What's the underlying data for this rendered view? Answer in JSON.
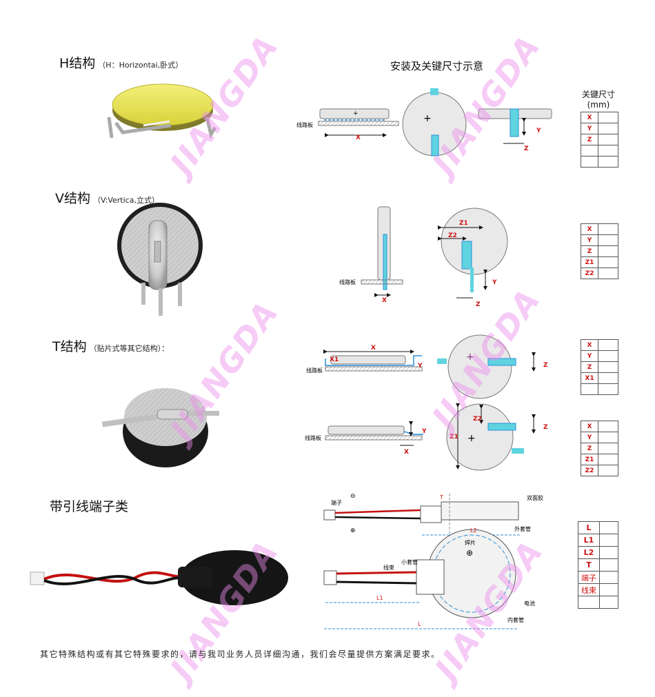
{
  "sections": {
    "h": {
      "title": "H结构",
      "subtitle": "（H：Horizontai,卧式）"
    },
    "v": {
      "title": "V结构",
      "subtitle": "（V:Vertica,立式）"
    },
    "t": {
      "title": "T结构",
      "subtitle": "（贴片式等其它结构）："
    },
    "lead": {
      "title": "带引线端子类"
    }
  },
  "diagram_title": "安装及关键尺寸示意",
  "dims_header": {
    "title": "关键尺寸",
    "unit": "(mm)"
  },
  "tables": {
    "h": [
      "X",
      "Y",
      "Z",
      "",
      ""
    ],
    "v": [
      "X",
      "Y",
      "Z",
      "Z1",
      "Z2"
    ],
    "t1": [
      "X",
      "Y",
      "Z",
      "X1",
      ""
    ],
    "t2": [
      "X",
      "Y",
      "Z",
      "Z1",
      "Z2"
    ],
    "lead": [
      "L",
      "L1",
      "L2",
      "T",
      "端子",
      "线束",
      ""
    ]
  },
  "labels": {
    "pcb": "线路板",
    "x": "X",
    "y": "Y",
    "z": "Z",
    "x1": "X1",
    "z1": "Z1",
    "z2": "Z2",
    "plus": "+",
    "terminal": "端子",
    "neg": "⊖",
    "pos": "⊕",
    "tape": "双面胶",
    "outer_sleeve": "外套管",
    "tab": "焊片",
    "small_sleeve": "小套管",
    "harness": "线束",
    "battery": "电池",
    "inner_sleeve": "内套管",
    "t": "T",
    "l": "L",
    "l1": "L1",
    "l2": "L2"
  },
  "watermark": "JIANGDA",
  "footer": "其它特殊结构或有其它特殊要求的，请与我司业务人员详细沟通，我们会尽量提供方案满足要求。",
  "colors": {
    "accent_red": "#d01010",
    "tab_cyan": "#5fd3e0",
    "outline_blue": "#2b8fd8",
    "watermark": "#eb8ceb"
  }
}
